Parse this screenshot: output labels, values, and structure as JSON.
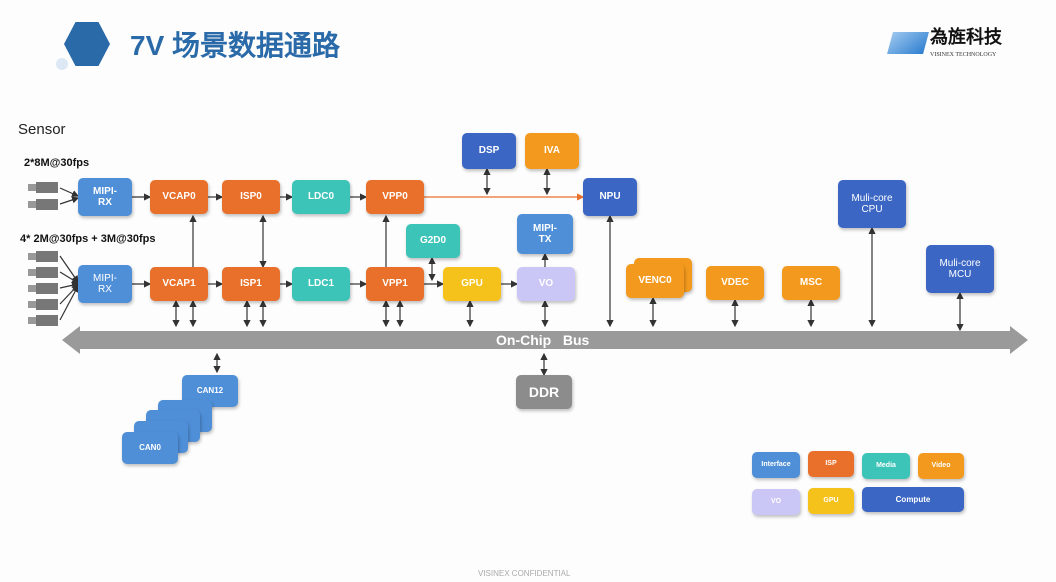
{
  "header": {
    "title": "7V 场景数据通路",
    "logo_cn": "為旌科技",
    "logo_en": "VISINEX TECHNOLOGY"
  },
  "sensor": {
    "label": "Sensor",
    "group1": "2*8M@30fps",
    "group2": "4* 2M@30fps + 3M@30fps"
  },
  "blocks": {
    "mipi_rx0": "MIPI-RX",
    "mipi_rx1": "MIPI-RX",
    "vcap0": "VCAP0",
    "vcap1": "VCAP1",
    "isp0": "ISP0",
    "isp1": "ISP1",
    "ldc0": "LDC0",
    "ldc1": "LDC1",
    "vpp0": "VPP0",
    "vpp1": "VPP1",
    "g2d0": "G2D0",
    "gpu": "GPU",
    "dsp": "DSP",
    "iva": "IVA",
    "npu": "NPU",
    "mipi_tx": "MIPI-TX",
    "vo": "VO",
    "venc0": "VENC0",
    "vdec": "VDEC",
    "msc": "MSC",
    "cpu": "Muli-core CPU",
    "mcu": "Muli-core MCU",
    "ddr": "DDR",
    "can12": "CAN12",
    "can0": "CAN0"
  },
  "bus": {
    "label": "On-Chip   Bus"
  },
  "legend": {
    "interface": "Interface",
    "isp": "ISP",
    "media": "Media",
    "video": "Video",
    "vo": "VO",
    "gpu": "GPU",
    "compute": "Compute"
  },
  "footer": "VISINEX CONFIDENTIAL",
  "colors": {
    "interface": "#4f8fd8",
    "isp": "#e8702a",
    "media": "#3dc4b9",
    "video": "#f39a1e",
    "vo": "#cac7f6",
    "gpu": "#f5c21b",
    "compute": "#3b66c4",
    "bus": "#9a9a9a"
  }
}
